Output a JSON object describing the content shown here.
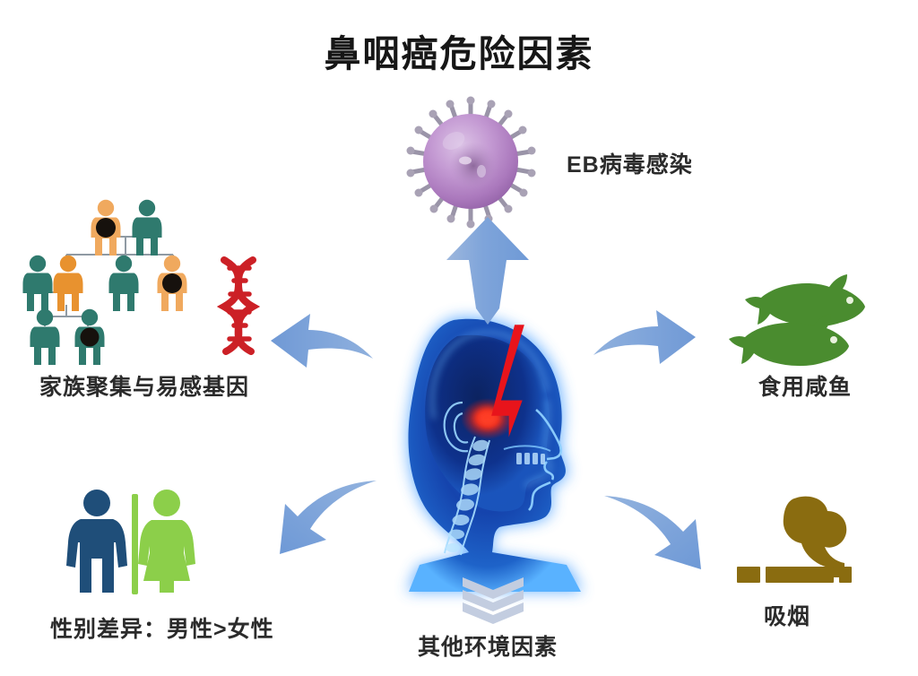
{
  "diagram": {
    "title": "鼻咽癌危险因素",
    "background_color": "#ffffff",
    "title_color": "#161616",
    "type": "radial-infographic",
    "center": {
      "name": "nasopharynx-head-xray",
      "description": "蓝色X光侧面人头",
      "highlight": "红色闪电与病灶光点",
      "colors": {
        "head_blue": "#1348b8",
        "head_glow": "#4aa8ff",
        "bolt_red": "#e8141b",
        "lesion_red": "#ff2a22"
      }
    },
    "accent_colors": {
      "arrow_blue": "#7ea4da",
      "chevron_gray": "#c3cde0",
      "virus_purple": "#b58ac4",
      "dna_red": "#cc2026",
      "fish_green": "#4a8c2f",
      "cigarette_gold": "#8a6c10",
      "male_blue": "#1f4e79",
      "female_green": "#8ccf4a",
      "pedigree_teal": "#2f7a6e",
      "pedigree_orange": "#e8922f",
      "pedigree_affected": "#1b1b1b"
    },
    "factors": [
      {
        "id": "eb-virus",
        "label": "EB病毒感染",
        "icon": "virus-icon",
        "position": "top",
        "arrow": "arrow-up"
      },
      {
        "id": "family-genes",
        "label": "家族聚集与易感基因",
        "icon": "family-tree-icon",
        "secondary_icon": "dna-helix-icon",
        "position": "left",
        "arrow": "arrow-left"
      },
      {
        "id": "salted-fish",
        "label": "食用咸鱼",
        "icon": "fish-icon",
        "position": "right",
        "arrow": "arrow-right"
      },
      {
        "id": "gender",
        "label": "性别差异：男性>女性",
        "icon": "gender-symbols-icon",
        "position": "bottom-left",
        "arrow": "arrow-down-left"
      },
      {
        "id": "other-environment",
        "label": "其他环境因素",
        "icon": "chevrons-down-icon",
        "position": "bottom-center",
        "arrow": "chevrons-down"
      },
      {
        "id": "smoking",
        "label": "吸烟",
        "icon": "cigarette-icon",
        "position": "bottom-right",
        "arrow": "arrow-down-right"
      }
    ]
  }
}
